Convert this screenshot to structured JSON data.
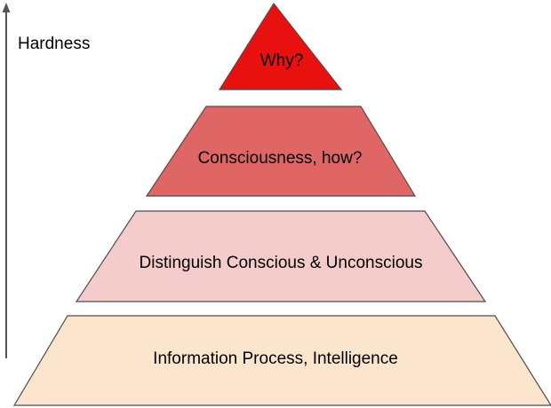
{
  "axis": {
    "label": "Hardness"
  },
  "tiers": [
    {
      "label": "Why?",
      "fill": "#e8110f",
      "stroke": "#4d4d4d"
    },
    {
      "label": "Consciousness, how?",
      "fill": "#e06666",
      "stroke": "#4d4d4d"
    },
    {
      "label": "Distinguish Conscious & Unconscious",
      "fill": "#f4cccc",
      "stroke": "#4d4d4d"
    },
    {
      "label": "Information Process, Intelligence",
      "fill": "#fce5cd",
      "stroke": "#4d4d4d"
    }
  ],
  "colors": {
    "arrow": "#555555"
  }
}
